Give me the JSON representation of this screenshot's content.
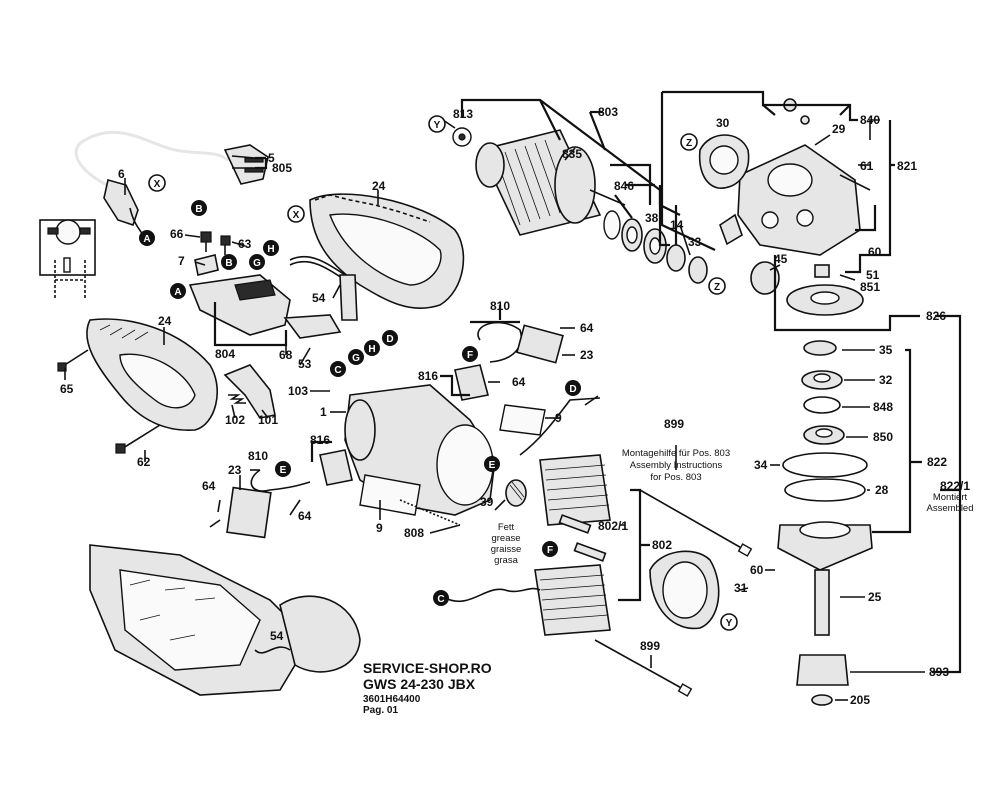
{
  "part_labels": [
    {
      "id": "p5",
      "text": "5"
    },
    {
      "id": "p805",
      "text": "805"
    },
    {
      "id": "p6",
      "text": "6"
    },
    {
      "id": "p24a",
      "text": "24"
    },
    {
      "id": "p24b",
      "text": "24"
    },
    {
      "id": "p66",
      "text": "66"
    },
    {
      "id": "p63",
      "text": "63"
    },
    {
      "id": "p7",
      "text": "7"
    },
    {
      "id": "p54a",
      "text": "54"
    },
    {
      "id": "p54b",
      "text": "54"
    },
    {
      "id": "p65",
      "text": "65"
    },
    {
      "id": "p804",
      "text": "804"
    },
    {
      "id": "p68",
      "text": "68"
    },
    {
      "id": "p53",
      "text": "53"
    },
    {
      "id": "p103",
      "text": "103"
    },
    {
      "id": "p1",
      "text": "1"
    },
    {
      "id": "p102",
      "text": "102"
    },
    {
      "id": "p101",
      "text": "101"
    },
    {
      "id": "p62",
      "text": "62"
    },
    {
      "id": "p810a",
      "text": "810"
    },
    {
      "id": "p810b",
      "text": "810"
    },
    {
      "id": "p816a",
      "text": "816"
    },
    {
      "id": "p816b",
      "text": "816"
    },
    {
      "id": "p64a",
      "text": "64"
    },
    {
      "id": "p64b",
      "text": "64"
    },
    {
      "id": "p64c",
      "text": "64"
    },
    {
      "id": "p64d",
      "text": "64"
    },
    {
      "id": "p23a",
      "text": "23"
    },
    {
      "id": "p23b",
      "text": "23"
    },
    {
      "id": "p9a",
      "text": "9"
    },
    {
      "id": "p9b",
      "text": "9"
    },
    {
      "id": "p808",
      "text": "808"
    },
    {
      "id": "p39",
      "text": "39"
    },
    {
      "id": "p813",
      "text": "813"
    },
    {
      "id": "p803",
      "text": "803"
    },
    {
      "id": "p835",
      "text": "835"
    },
    {
      "id": "p846",
      "text": "846"
    },
    {
      "id": "p38",
      "text": "38"
    },
    {
      "id": "p14",
      "text": "14"
    },
    {
      "id": "p33",
      "text": "33"
    },
    {
      "id": "p30",
      "text": "30"
    },
    {
      "id": "p840",
      "text": "840"
    },
    {
      "id": "p29",
      "text": "29"
    },
    {
      "id": "p61",
      "text": "61"
    },
    {
      "id": "p821",
      "text": "821"
    },
    {
      "id": "p60a",
      "text": "60"
    },
    {
      "id": "p60b",
      "text": "60"
    },
    {
      "id": "p51",
      "text": "51"
    },
    {
      "id": "p851",
      "text": "851"
    },
    {
      "id": "p45",
      "text": "45"
    },
    {
      "id": "p826",
      "text": "826"
    },
    {
      "id": "p35",
      "text": "35"
    },
    {
      "id": "p32",
      "text": "32"
    },
    {
      "id": "p848",
      "text": "848"
    },
    {
      "id": "p850",
      "text": "850"
    },
    {
      "id": "p34",
      "text": "34"
    },
    {
      "id": "p822",
      "text": "822"
    },
    {
      "id": "p28",
      "text": "28"
    },
    {
      "id": "p8221",
      "text": "822/1"
    },
    {
      "id": "p25",
      "text": "25"
    },
    {
      "id": "p893",
      "text": "893"
    },
    {
      "id": "p205",
      "text": "205"
    },
    {
      "id": "p899a",
      "text": "899"
    },
    {
      "id": "p899b",
      "text": "899"
    },
    {
      "id": "p8021",
      "text": "802/1"
    },
    {
      "id": "p802",
      "text": "802"
    },
    {
      "id": "p31",
      "text": "31"
    }
  ],
  "markers": [
    {
      "id": "mA1",
      "text": "A",
      "style": "dark"
    },
    {
      "id": "mA2",
      "text": "A",
      "style": "dark"
    },
    {
      "id": "mB1",
      "text": "B",
      "style": "dark"
    },
    {
      "id": "mB2",
      "text": "B",
      "style": "dark"
    },
    {
      "id": "mC1",
      "text": "C",
      "style": "dark"
    },
    {
      "id": "mC2",
      "text": "C",
      "style": "dark"
    },
    {
      "id": "mD1",
      "text": "D",
      "style": "dark"
    },
    {
      "id": "mD2",
      "text": "D",
      "style": "dark"
    },
    {
      "id": "mE1",
      "text": "E",
      "style": "dark"
    },
    {
      "id": "mE2",
      "text": "E",
      "style": "dark"
    },
    {
      "id": "mF1",
      "text": "F",
      "style": "dark"
    },
    {
      "id": "mF2",
      "text": "F",
      "style": "dark"
    },
    {
      "id": "mG1",
      "text": "G",
      "style": "dark"
    },
    {
      "id": "mG2",
      "text": "G",
      "style": "dark"
    },
    {
      "id": "mH1",
      "text": "H",
      "style": "dark"
    },
    {
      "id": "mH2",
      "text": "H",
      "style": "dark"
    },
    {
      "id": "mX1",
      "text": "X",
      "style": "light"
    },
    {
      "id": "mX2",
      "text": "X",
      "style": "light"
    },
    {
      "id": "mY1",
      "text": "Y",
      "style": "light"
    },
    {
      "id": "mY2",
      "text": "Y",
      "style": "light"
    },
    {
      "id": "mZ1",
      "text": "Z",
      "style": "light"
    },
    {
      "id": "mZ2",
      "text": "Z",
      "style": "light"
    }
  ],
  "notes": {
    "assembly": [
      "Montagehilfe für Pos. 803",
      "Assembly Instructions",
      "for Pos. 803"
    ],
    "grease": [
      "Fett",
      "grease",
      "graisse",
      "grasa"
    ],
    "assembled": [
      "Montiert",
      "Assembled"
    ]
  },
  "footer": {
    "shop": "SERVICE-SHOP.RO",
    "model": "GWS 24-230 JBX",
    "partno": "3601H64400",
    "page": "Pag. 01"
  },
  "colors": {
    "ink": "#111111",
    "fill": "#e6e6e6",
    "dark": "#2a2a2a"
  }
}
